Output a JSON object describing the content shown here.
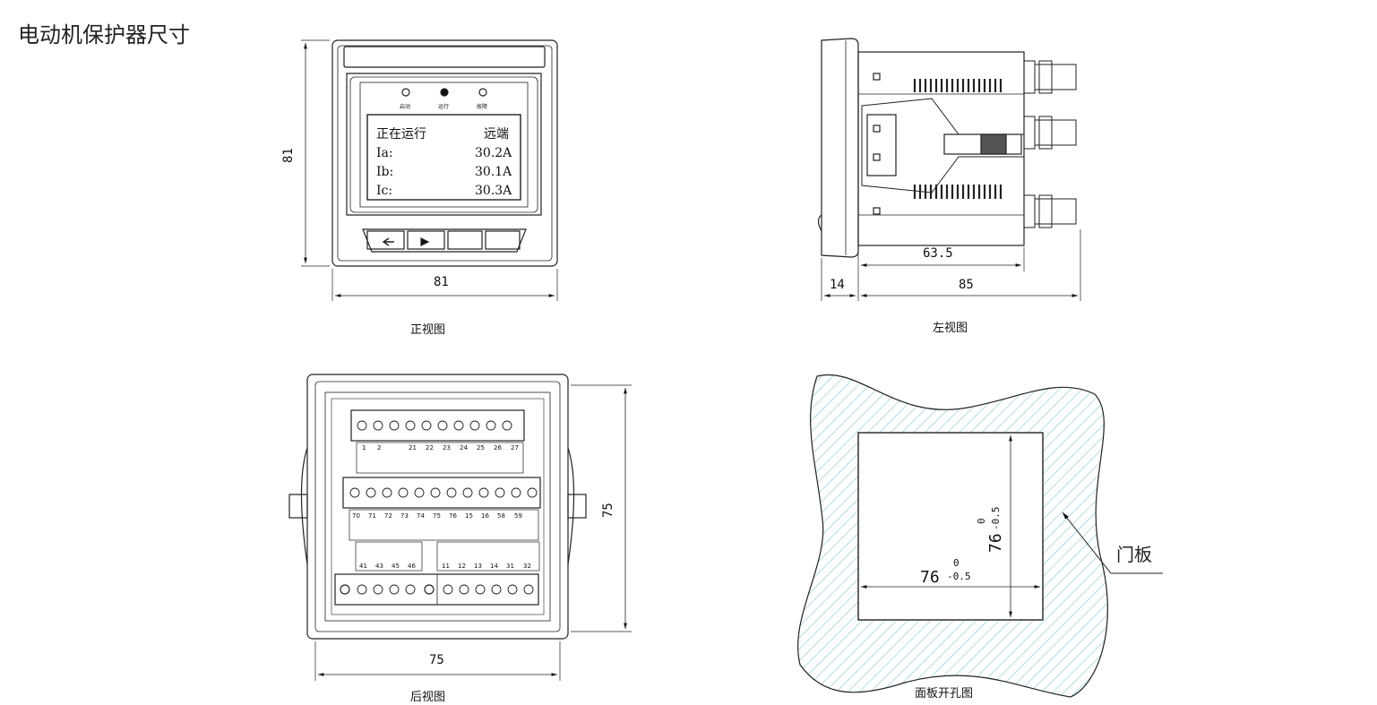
{
  "title": "电动机保护器尺寸",
  "front_view": {
    "caption": "正视图",
    "dim_height": "81",
    "dim_width": "81",
    "indicators": [
      "启动",
      "运行",
      "故障"
    ],
    "lcd": {
      "status": "正在运行",
      "mode": "远端",
      "rows": [
        {
          "label": "Ia:",
          "value": "30.2A"
        },
        {
          "label": "Ib:",
          "value": "30.1A"
        },
        {
          "label": "Ic:",
          "value": "30.3A"
        }
      ]
    }
  },
  "left_view": {
    "caption": "左视图",
    "dim_body": "63.5",
    "dim_front": "14",
    "dim_total": "85"
  },
  "rear_view": {
    "caption": "后视图",
    "dim_height": "75",
    "dim_width": "75",
    "top_terminals": [
      "1",
      "2",
      "21",
      "22",
      "23",
      "24",
      "25",
      "26",
      "27"
    ],
    "mid_terminals": [
      "70",
      "71",
      "72",
      "73",
      "74",
      "75",
      "76",
      "15",
      "16",
      "58",
      "59"
    ],
    "bottom_left_terminals": [
      "41",
      "43",
      "45",
      "46"
    ],
    "bottom_right_terminals": [
      "11",
      "12",
      "13",
      "14",
      "31",
      "32"
    ]
  },
  "panel_cutout": {
    "caption": "面板开孔图",
    "dim_h": "76",
    "dim_v": "76",
    "tol_upper": "0",
    "tol_lower": "-0.5",
    "door_label": "门板"
  }
}
